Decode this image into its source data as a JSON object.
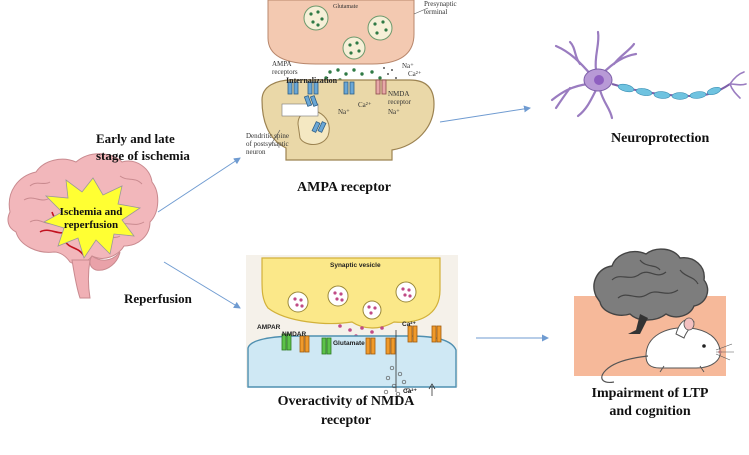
{
  "left": {
    "burst_text": "Ischemia and reperfusion"
  },
  "branches": {
    "upper_label": "Early and late stage of ischemia",
    "lower_label": "Reperfusion"
  },
  "ampa_panel": {
    "caption": "AMPA receptor",
    "glutamate": "Glutamate",
    "presynaptic": "Presynaptic terminal",
    "ampa_receptors": "AMPA receptors",
    "internalization": "Internalization",
    "nmda_receptor": "NMDA receptor",
    "na_top": "Na⁺",
    "ca_top": "Ca²⁺",
    "ca_mid": "Ca²⁺",
    "na_left": "Na⁺",
    "na_right": "Na⁺",
    "dendritic": "Dendritic spine of postsynaptic neuron"
  },
  "nmda_panel": {
    "caption": "Overactivity of NMDA receptor",
    "synaptic_vesicle": "Synaptic vesicle",
    "ampar": "AMPAR",
    "nmdar": "NMDAR",
    "glutamate": "Glutamate",
    "ca_top": "Ca²⁺",
    "ca_bottom": "Ca²⁺"
  },
  "outcomes": {
    "neuroprotection": "Neuroprotection",
    "impairment": "Impairment of LTP and cognition"
  },
  "colors": {
    "arrow": "#6f9bd1",
    "burst": "#ffff33",
    "brain": "#f2b7bb",
    "terminal_top": "#f3c9b1",
    "spine": "#ead8a8",
    "neuron": "#9a7cc0",
    "axon": "#6fc3e0",
    "synapse_yellow": "#fbe889",
    "post_blue": "#cfe8f4",
    "mouse_bg": "#f6b99a"
  }
}
